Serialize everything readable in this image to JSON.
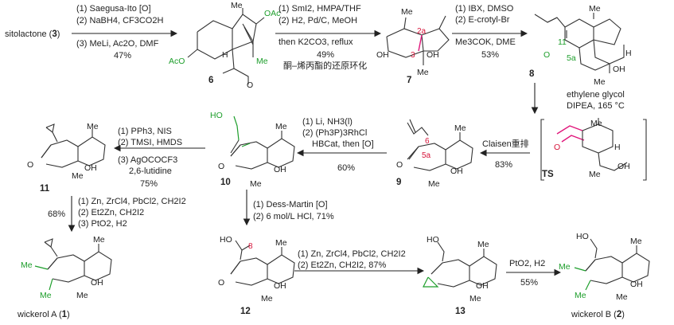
{
  "start": {
    "label": "sitolactone (",
    "num": "3",
    "close": ")"
  },
  "step1": {
    "conditions": [
      "(1) Saegusa-Ito [O]",
      "(2) NaBH4, CF3CO2H",
      "(3) MeLi, Ac2O, DMF"
    ],
    "yield": "47%"
  },
  "cmpd6": {
    "num": "6",
    "labels": {
      "me": "Me",
      "oac": "OAc",
      "aco": "AcO",
      "me2": "Me",
      "o": "O",
      "h": "H"
    }
  },
  "step2": {
    "conditions": [
      "(1) SmI2, HMPA/THF",
      "(2) H2, Pd/C, MeOH",
      "then K2CO3, reflux"
    ],
    "yield": "49%",
    "note": "酮–烯丙酯的还原环化"
  },
  "cmpd7": {
    "num": "7",
    "labels": {
      "me": "Me",
      "oh1": "OH",
      "oh2": "OH",
      "me2": "Me",
      "c2a": "2a",
      "c3": "3"
    }
  },
  "step3": {
    "conditions": [
      "(1) IBX, DMSO",
      "(2) E-crotyl-Br",
      "Me3COK, DME"
    ],
    "yield": "53%"
  },
  "cmpd8": {
    "num": "8",
    "labels": {
      "me": "Me",
      "o": "O",
      "c11": "11",
      "c5a": "5a",
      "h": "H",
      "oh": "OH",
      "me2": "Me"
    }
  },
  "step4": {
    "conditions": [
      "ethylene glycol",
      "DIPEA, 165 °C"
    ]
  },
  "ts": {
    "label": "TS",
    "labels": {
      "me": "Me",
      "o": "O",
      "h": "H",
      "oh": "OH",
      "me2": "Me"
    }
  },
  "step5": {
    "conditions": [
      "Claisen重排"
    ],
    "yield": "83%"
  },
  "cmpd9": {
    "num": "9",
    "labels": {
      "me": "Me",
      "o": "O",
      "c6": "6",
      "c5a": "5a",
      "oh": "OH",
      "me2": "Me"
    }
  },
  "step6": {
    "conditions": [
      "(1) Li, NH3(l)",
      "(2) (Ph3P)3RhCl",
      "HBCat, then [O]"
    ],
    "yield": "60%"
  },
  "cmpd10": {
    "num": "10",
    "labels": {
      "ho": "HO",
      "me": "Me",
      "o": "O",
      "oh": "OH",
      "me2": "Me"
    }
  },
  "step7": {
    "conditions": [
      "(1) PPh3, NIS",
      "(2) TMSI, HMDS",
      "(3) AgOCOCF3",
      "2,6-lutidine"
    ],
    "yield": "75%"
  },
  "cmpd11": {
    "num": "11",
    "labels": {
      "me": "Me",
      "o": "O",
      "oh": "OH",
      "me2": "Me"
    }
  },
  "step8": {
    "conditions": [
      "(1) Zn, ZrCl4, PbCl2, CH2I2",
      "(2) Et2Zn, CH2I2",
      "(3) PtO2, H2"
    ],
    "yield": "68%"
  },
  "wickerolA": {
    "name": "wickerol A (",
    "num": "1",
    "close": ")",
    "labels": {
      "me1": "Me",
      "me2": "Me",
      "me3": "Me",
      "oh": "OH",
      "me4": "Me"
    }
  },
  "step9": {
    "conditions": [
      "(1) Dess-Martin [O]",
      "(2) 6 mol/L HCl, 71%"
    ]
  },
  "cmpd12": {
    "num": "12",
    "labels": {
      "ho": "HO",
      "c8": "8",
      "me": "Me",
      "o": "O",
      "oh": "OH",
      "me2": "Me"
    }
  },
  "step10": {
    "conditions": [
      "(1) Zn, ZrCl4, PbCl2, CH2I2",
      "(2) Et2Zn, CH2I2, 87%"
    ]
  },
  "cmpd13": {
    "num": "13",
    "labels": {
      "ho": "HO",
      "me": "Me",
      "oh": "OH",
      "me2": "Me"
    }
  },
  "step11": {
    "conditions": [
      "PtO2, H2"
    ],
    "yield": "55%"
  },
  "wickerolB": {
    "name": "wickerol B (",
    "num": "2",
    "close": ")",
    "labels": {
      "ho": "HO",
      "me1": "Me",
      "me2": "Me",
      "me3": "Me",
      "oh": "OH",
      "me4": "Me"
    }
  }
}
